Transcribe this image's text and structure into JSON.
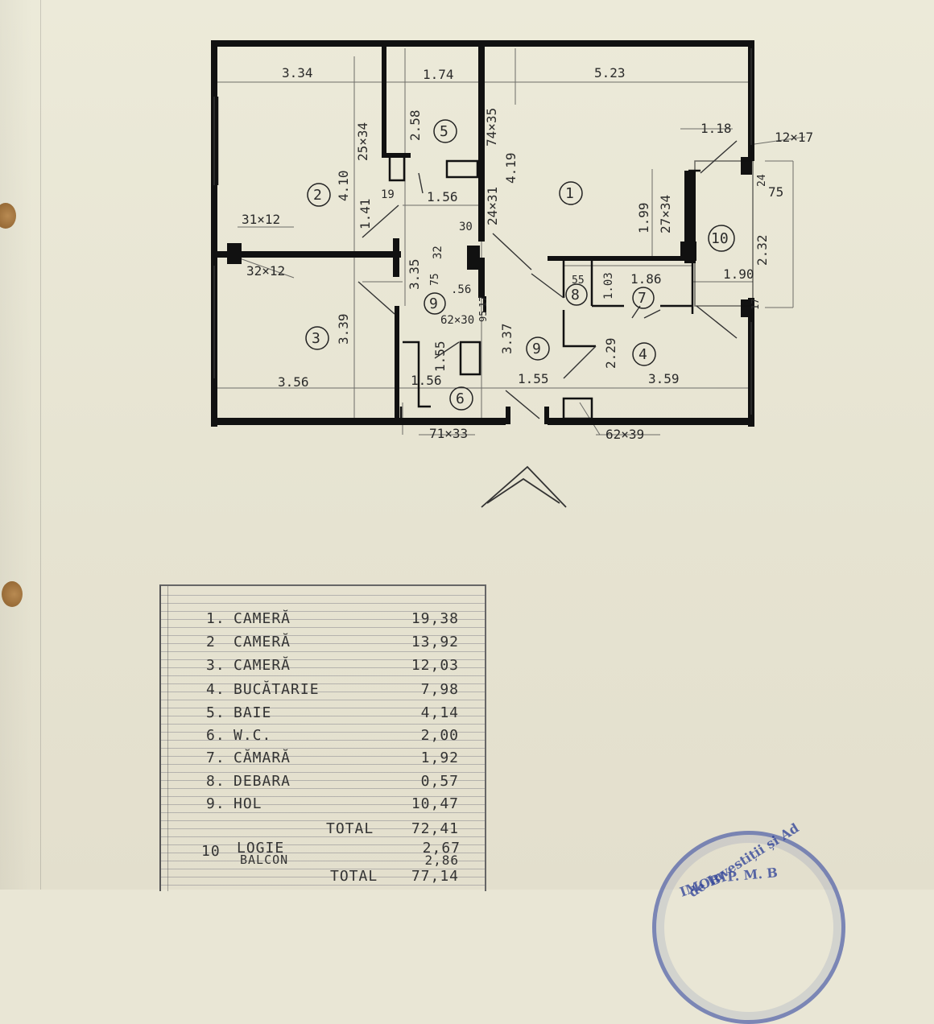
{
  "plan": {
    "dims": {
      "d334": "3.34",
      "d174": "1.74",
      "d523": "5.23",
      "d410": "4.10",
      "d2534": "25×34",
      "d258": "2.58",
      "d7435": "74×35",
      "d419": "4.19",
      "d118": "1.18",
      "d1217": "12×17",
      "d24": "24",
      "d75": "75",
      "d199": "1.99",
      "d2734": "27×34",
      "d232": "2.32",
      "d190": "1.90",
      "d3112": "31×12",
      "d3212": "32×12",
      "d141": "1.41",
      "d19": "19",
      "d156a": "1.56",
      "d2431": "24×31",
      "d30": "30",
      "d335": "3.35",
      "d32": "32",
      "d75b": "75",
      "d56": ".56",
      "d17": "17",
      "d95": "95",
      "d55": "55",
      "d103": "1.03",
      "d186": "1.86",
      "d17b": "17",
      "d339": "3.39",
      "d6230": "62×30",
      "d155a": "1.55",
      "d156b": "1.56",
      "d337": "3.37",
      "d155b": "1.55",
      "d229": "2.29",
      "d356": "3.56",
      "d359": "3.59",
      "d7133": "71×33",
      "d6239": "62×39"
    },
    "rooms": [
      "1",
      "2",
      "3",
      "4",
      "5",
      "6",
      "7",
      "8",
      "9",
      "9",
      "10"
    ]
  },
  "legend": {
    "rows": [
      {
        "n": "1.",
        "label": "CAMERĂ",
        "value": "19,38"
      },
      {
        "n": "2",
        "label": "CAMERĂ",
        "value": "13,92"
      },
      {
        "n": "3.",
        "label": "CAMERĂ",
        "value": "12,03"
      },
      {
        "n": "4.",
        "label": "BUCĂTARIE",
        "value": "7,98"
      },
      {
        "n": "5.",
        "label": "BAIE",
        "value": "4,14"
      },
      {
        "n": "6.",
        "label": "W.C.",
        "value": "2,00"
      },
      {
        "n": "7.",
        "label": "CĂMARĂ",
        "value": "1,92"
      },
      {
        "n": "8.",
        "label": "DEBARA",
        "value": "0,57"
      },
      {
        "n": "9.",
        "label": "HOL",
        "value": "10,47"
      }
    ],
    "total1_label": "TOTAL",
    "total1_value": "72,41",
    "logie_n": "10",
    "logie_label": "LOGIE",
    "balcon_label": "BALCON",
    "logie_value": "2,67",
    "balcon_value": "2,86",
    "total2_label": "TOTAL",
    "total2_value": "77,14"
  },
  "stamp": {
    "line1": "de Investiții și Ad",
    "line2": "P. M. B",
    "line3": "IMOBI"
  }
}
